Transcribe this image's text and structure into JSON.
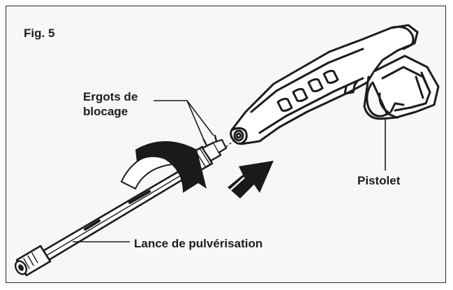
{
  "figure": {
    "title": "Fig. 5"
  },
  "labels": {
    "ergots_line1": "Ergots de",
    "ergots_line2": "blocage",
    "pistolet": "Pistolet",
    "lance": "Lance de pulvérisation"
  },
  "colors": {
    "ink": "#1c1c1c",
    "background": "#f7f7f5",
    "arrow": "#1a1a1a"
  }
}
